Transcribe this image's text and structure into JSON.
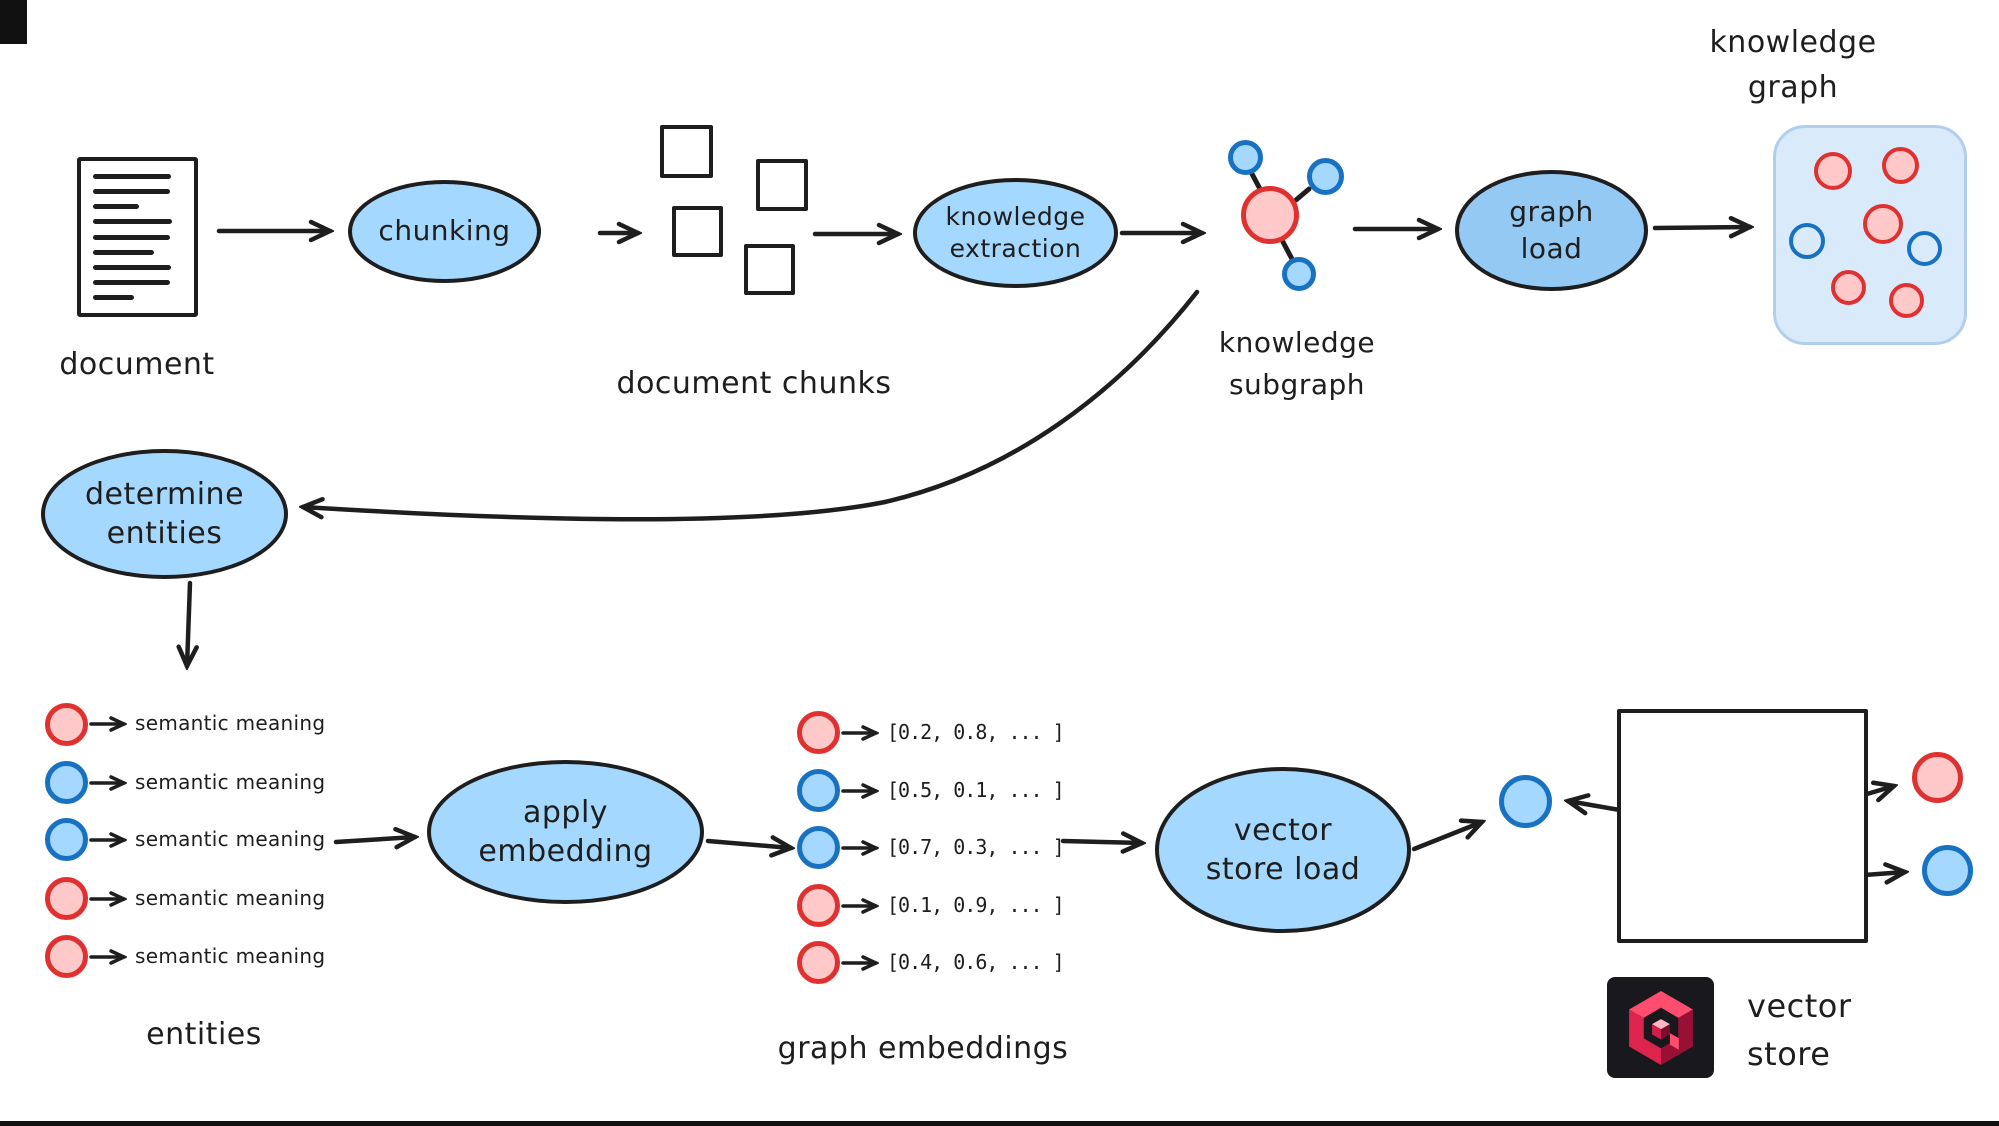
{
  "top_row": {
    "document": {
      "label": "document"
    },
    "chunking": {
      "label": "chunking"
    },
    "document_chunks": {
      "label": "document chunks"
    },
    "knowledge_extraction": {
      "line1": "knowledge",
      "line2": "extraction"
    },
    "knowledge_subgraph": {
      "line1": "knowledge",
      "line2": "subgraph"
    },
    "graph_load": {
      "line1": "graph",
      "line2": "load"
    },
    "knowledge_graph": {
      "line1": "knowledge",
      "line2": "graph"
    }
  },
  "middle": {
    "determine_entities": {
      "line1": "determine",
      "line2": "entities"
    }
  },
  "bottom_row": {
    "entities": {
      "label": "entities",
      "rows": [
        {
          "color": "red",
          "label": "semantic meaning"
        },
        {
          "color": "blue",
          "label": "semantic meaning"
        },
        {
          "color": "blue",
          "label": "semantic meaning"
        },
        {
          "color": "red",
          "label": "semantic meaning"
        },
        {
          "color": "red",
          "label": "semantic meaning"
        }
      ]
    },
    "apply_embedding": {
      "line1": "apply",
      "line2": "embedding"
    },
    "graph_embeddings": {
      "label": "graph embeddings",
      "rows": [
        {
          "color": "red",
          "vector": "[0.2, 0.8, ... ]"
        },
        {
          "color": "blue",
          "vector": "[0.5, 0.1, ... ]"
        },
        {
          "color": "blue",
          "vector": "[0.7, 0.3, ... ]"
        },
        {
          "color": "red",
          "vector": "[0.1, 0.9, ... ]"
        },
        {
          "color": "red",
          "vector": "[0.4, 0.6, ... ]"
        }
      ]
    },
    "vector_store_load": {
      "line1": "vector",
      "line2": "store load"
    },
    "vector_store": {
      "line1": "vector",
      "line2": "store"
    }
  },
  "icons": {
    "vector_store_logo": "qdrant-logo"
  },
  "colors": {
    "stroke_dark": "#1e1e1e",
    "node_blue_fill": "#a5d8ff",
    "node_blue_stroke": "#1971c2",
    "node_red_fill": "#ffc9c9",
    "node_red_stroke": "#e03131",
    "kg_box_fill": "#d9eafb",
    "qdrant_red": "#dc244c"
  }
}
